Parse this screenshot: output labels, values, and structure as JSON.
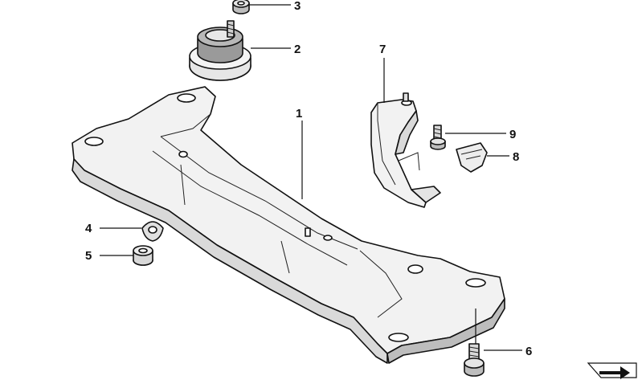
{
  "diagram": {
    "colors": {
      "line": "#111111",
      "part_fill": "#f2f2f2",
      "part_shade": "#d9d9d9",
      "part_dark": "#bdbdbd",
      "rubber": "#8a8a8a",
      "background": "#ffffff"
    },
    "callouts": [
      {
        "id": "1",
        "label": "1",
        "part": "transmission crossmember"
      },
      {
        "id": "2",
        "label": "2",
        "part": "rubber mount"
      },
      {
        "id": "3",
        "label": "3",
        "part": "nut"
      },
      {
        "id": "4",
        "label": "4",
        "part": "washer"
      },
      {
        "id": "5",
        "label": "5",
        "part": "collar nut"
      },
      {
        "id": "6",
        "label": "6",
        "part": "hex bolt"
      },
      {
        "id": "7",
        "label": "7",
        "part": "heat shield bracket"
      },
      {
        "id": "8",
        "label": "8",
        "part": "clip nut"
      },
      {
        "id": "9",
        "label": "9",
        "part": "screw"
      }
    ],
    "icons": {
      "corner": "reference-arrow-icon"
    }
  }
}
